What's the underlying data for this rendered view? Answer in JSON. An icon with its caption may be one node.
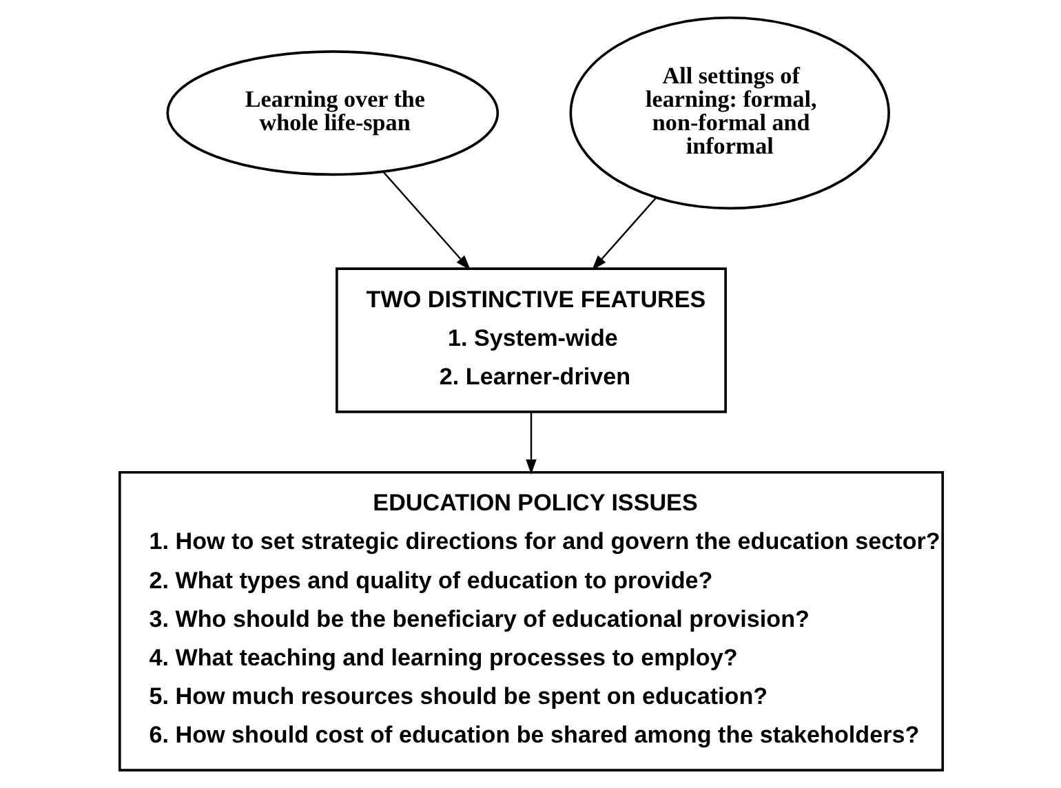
{
  "diagram": {
    "nodes": [
      {
        "text": [
          "Learning over the whole life-span"
        ]
      },
      {
        "text": [
          "All settings of learning: formal, non-formal and informal"
        ]
      },
      {
        "text": [
          "TWO DISTINCTIVE FEATURES",
          "1. System-wide",
          "2. Learner-driven"
        ]
      },
      {
        "text": [
          "EDUCATION POLICY ISSUES",
          "1. How to set strategic directions for and govern the education sector?",
          "2. What types and quality of education to provide?",
          "3. Who should be the beneficiary of educational provision?",
          "4. What teaching and learning processes to employ?",
          "5. How much resources should be spent on education?",
          "6. How should cost of education be shared among the stakeholders?"
        ]
      }
    ],
    "edges": [
      {
        "from": 0,
        "to": 2,
        "arrow": "to"
      },
      {
        "from": 1,
        "to": 2,
        "arrow": "to"
      },
      {
        "from": 2,
        "to": 3,
        "arrow": "to"
      }
    ]
  }
}
